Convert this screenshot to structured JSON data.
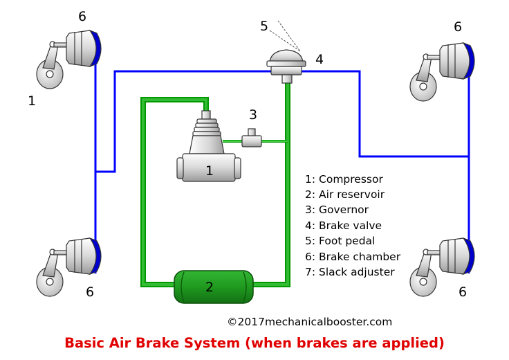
{
  "colors": {
    "air_line": "#0000ff",
    "reservoir_line": "#009900",
    "reservoir_fill": "#22a322",
    "chamber_face": "#0000cc",
    "caption": "#e00000"
  },
  "labels": {
    "compressor_callout": "1",
    "compressor_inner": "1",
    "reservoir": "2",
    "governor": "3",
    "brake_valve": "4",
    "foot_pedal": "5",
    "wheel_top_left": "6",
    "wheel_top_right": "6",
    "wheel_bottom_left": "6",
    "wheel_bottom_right": "6"
  },
  "legend": [
    "1: Compressor",
    "2: Air reservoir",
    "3: Governor",
    "4: Brake valve",
    "5: Foot pedal",
    "6: Brake chamber",
    "7: Slack adjuster"
  ],
  "copyright": "©2017mechanicalbooster.com",
  "caption": "Basic Air Brake System (when brakes are applied)"
}
